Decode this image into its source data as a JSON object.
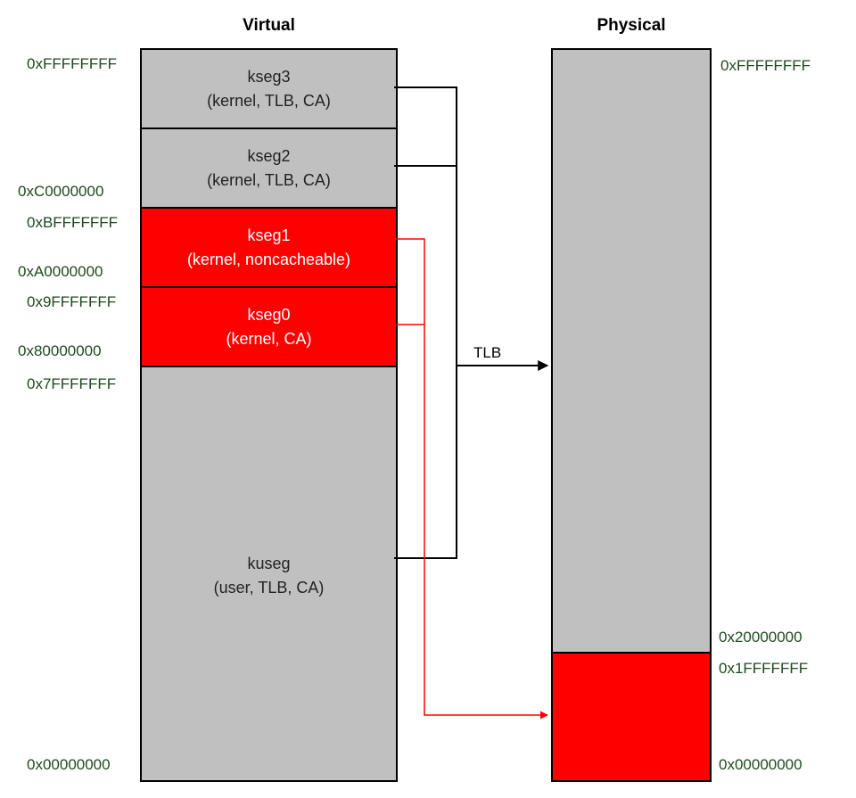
{
  "titles": {
    "virtual": "Virtual",
    "physical": "Physical"
  },
  "virtual_segments": [
    {
      "name": "kseg3",
      "attrs": "(kernel, TLB, CA)",
      "color": "#c0c0c0"
    },
    {
      "name": "kseg2",
      "attrs": "(kernel, TLB, CA)",
      "color": "#c0c0c0"
    },
    {
      "name": "kseg1",
      "attrs": "(kernel, noncacheable)",
      "color": "#ff0000"
    },
    {
      "name": "kseg0",
      "attrs": "(kernel, CA)",
      "color": "#ff0000"
    },
    {
      "name": "kuseg",
      "attrs": "(user, TLB, CA)",
      "color": "#c0c0c0"
    }
  ],
  "virtual_addresses": [
    "0xFFFFFFFF",
    "0xC0000000",
    "0xBFFFFFFF",
    "0xA0000000",
    "0x9FFFFFFF",
    "0x80000000",
    "0x7FFFFFFF",
    "0x00000000"
  ],
  "physical_addresses": [
    "0xFFFFFFFF",
    "0x20000000",
    "0x1FFFFFFF",
    "0x00000000"
  ],
  "mapping_label": "TLB",
  "colors": {
    "mapped": "#c0c0c0",
    "unmapped": "#ff0000",
    "line": "#000000",
    "red_line": "#ff0000",
    "address_text": "#1d4a1d"
  }
}
